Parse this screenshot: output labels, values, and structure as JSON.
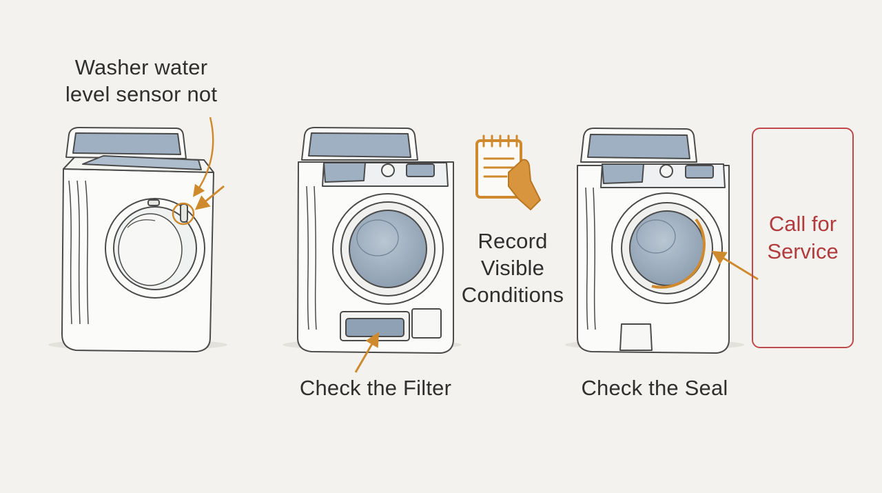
{
  "steps": {
    "sensor": {
      "lines": [
        "Washer water",
        "level sensor not"
      ]
    },
    "filter": {
      "label": "Check the Filter"
    },
    "record": {
      "lines": [
        "Record",
        "Visible",
        "Conditions"
      ]
    },
    "seal": {
      "label": "Check the Seal"
    },
    "service": {
      "lines": [
        "Call for",
        "Service"
      ]
    }
  },
  "icons": {
    "record": "notepad-hand-icon"
  },
  "colors": {
    "background": "#f3f2ee",
    "accent": "#d08a2e",
    "service": "#b23b3e",
    "panel": "#9fb0c2",
    "outline": "#4a4a4a"
  }
}
